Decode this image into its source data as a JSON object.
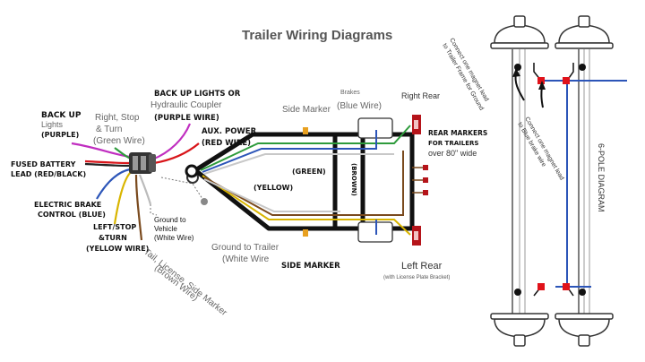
{
  "title": "Trailer Wiring Diagrams",
  "labels": {
    "back_up_lights": "BACK UP",
    "back_up_lights_2": "Lights",
    "back_up_purple": "(PURPLE)",
    "fused_battery_1": "FUSED BATTERY",
    "fused_battery_2": "LEAD (RED/BLACK)",
    "electric_brake_1": "ELECTRIC BRAKE",
    "electric_brake_2": "CONTROL (BLUE)",
    "right_stop_1": "Right, Stop",
    "right_stop_2": "& Turn",
    "right_stop_3": "(Green Wire)",
    "backup_or_1": "BACK UP LIGHTS OR",
    "backup_or_2": "Hydraulic Coupler",
    "backup_or_3": "(PURPLE WIRE)",
    "aux_power_1": "AUX. POWER",
    "aux_power_2": "(RED WIRE)",
    "left_stop_1": "LEFT/STOP",
    "left_stop_2": "&TURN",
    "left_stop_3": "(YELLOW WIRE)",
    "ground_vehicle_1": "Ground to",
    "ground_vehicle_2": "Vehicle",
    "ground_vehicle_3": "(White Wire)",
    "ground_trailer_1": "Ground to Trailer",
    "ground_trailer_2": "(White Wire",
    "tail_license_1": "Tail, License, Side Marker",
    "tail_license_2": "(Brown Wire)",
    "side_marker_top": "Side Marker",
    "side_marker_blue": "(Blue Wire)",
    "brakes": "Brakes",
    "green": "(GREEN)",
    "yellow": "(YELLOW)",
    "brown": "(BROWN)",
    "side_marker_bottom": "SIDE MARKER",
    "right_rear": "Right Rear",
    "rear_markers_1": "REAR MARKERS",
    "rear_markers_2": "FOR TRAILERS",
    "rear_markers_3": "over 80\" wide",
    "left_rear": "Left Rear",
    "left_rear_sub": "(with License Plate Bracket)",
    "magnet_ground_1": "Connect one magnet lead",
    "magnet_ground_2": "to Trailer Frame for Ground",
    "magnet_blue_1": "Connect one magnet lead",
    "magnet_blue_2": "to Blue brake wire",
    "six_pole": "6-POLE DIAGRAM"
  },
  "colors": {
    "frame": "#111111",
    "wire_green": "#2e9b3c",
    "wire_blue": "#2c55b8",
    "wire_yellow": "#d9b500",
    "wire_brown": "#7a4a1e",
    "wire_purple": "#c02ec0",
    "wire_red": "#d8151a",
    "wire_white": "#c8c8c8",
    "connector_red": "#e0121a",
    "marker_amber": "#e8a020",
    "light_red": "#b5141a",
    "label_dark": "#222222",
    "label_gray": "#666666"
  }
}
